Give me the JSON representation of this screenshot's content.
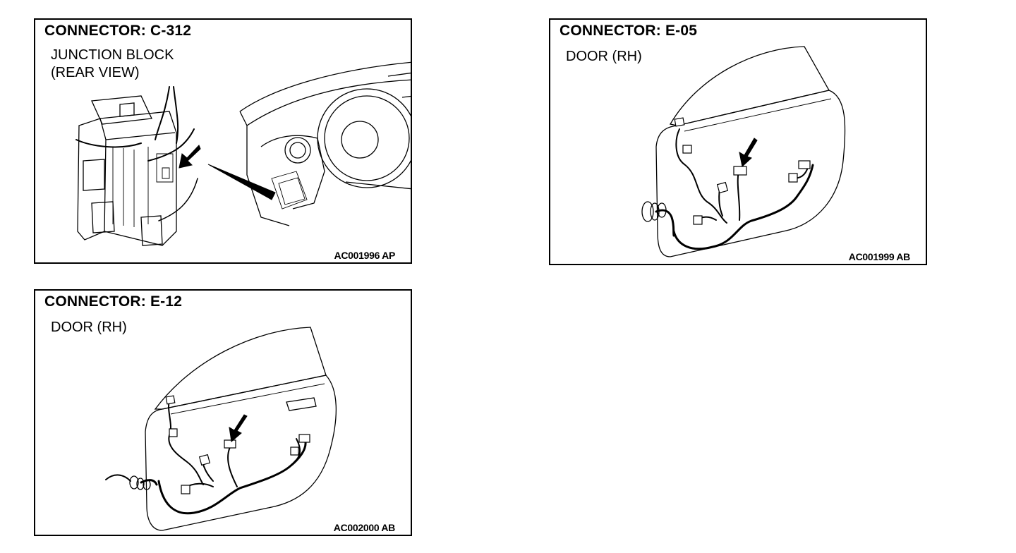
{
  "diagrams": [
    {
      "title": "CONNECTOR: C-312",
      "lines": [
        "JUNCTION BLOCK",
        "(REAR VIEW)"
      ],
      "code": "AC001996 AP"
    },
    {
      "title": "CONNECTOR: E-05",
      "lines": [
        "DOOR (RH)"
      ],
      "code": "AC001999 AB"
    },
    {
      "title": "CONNECTOR: E-12",
      "lines": [
        "DOOR (RH)"
      ],
      "code": "AC002000 AB"
    }
  ]
}
